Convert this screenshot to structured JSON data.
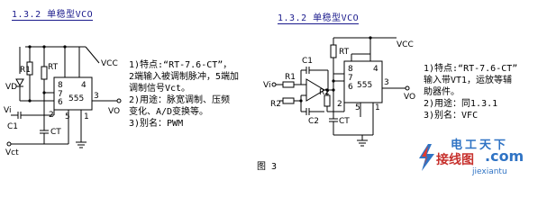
{
  "left": {
    "heading": "1.3.2  单稳型VCO",
    "labels": {
      "vcc": "VCC",
      "r1": "R1",
      "rt": "RT",
      "vd": "VD",
      "pin8": "8",
      "pin4": "4",
      "pin7": "7",
      "pin6": "6",
      "ic": "555",
      "pin3": "3",
      "pin2": "2",
      "pin5": "5",
      "pin1": "1",
      "vo": "VO",
      "vi": "Vi",
      "c1": "C1",
      "ct": "CT",
      "vct": "Vct"
    },
    "notes": [
      "1)特点:“RT-7.6-CT”，",
      "2端输入被调制脉冲，5端加",
      "调制信号Vct。",
      "2)用途：脉宽调制、压频",
      "变化、A/D变换等。",
      "3)别名：PWM"
    ]
  },
  "right": {
    "heading": "1.3.2  单稳型VCO",
    "labels": {
      "vcc": "VCC",
      "rt": "RT",
      "c1": "C1",
      "vi": "Vi",
      "r1": "R1",
      "r2a": "R2",
      "r2b": "R2",
      "c2": "C2",
      "ct": "CT",
      "pin8": "8",
      "pin4": "4",
      "pin7": "7",
      "pin6": "6",
      "ic": "555",
      "pin3": "3",
      "pin2": "2",
      "pin5": "5",
      "pin1": "1",
      "vo": "VO"
    },
    "notes": [
      "1)特点:“RT-7.6-CT”",
      "输入带VT1，运放等辅",
      "助器件。",
      "2)用途：同1.3.1",
      "3)别名：VFC"
    ]
  },
  "figure_caption": "图 3",
  "watermark": {
    "cn": "电工天下",
    "jiexian": "接线图",
    "dotcom": ".com",
    "url": "jiexiantu"
  }
}
